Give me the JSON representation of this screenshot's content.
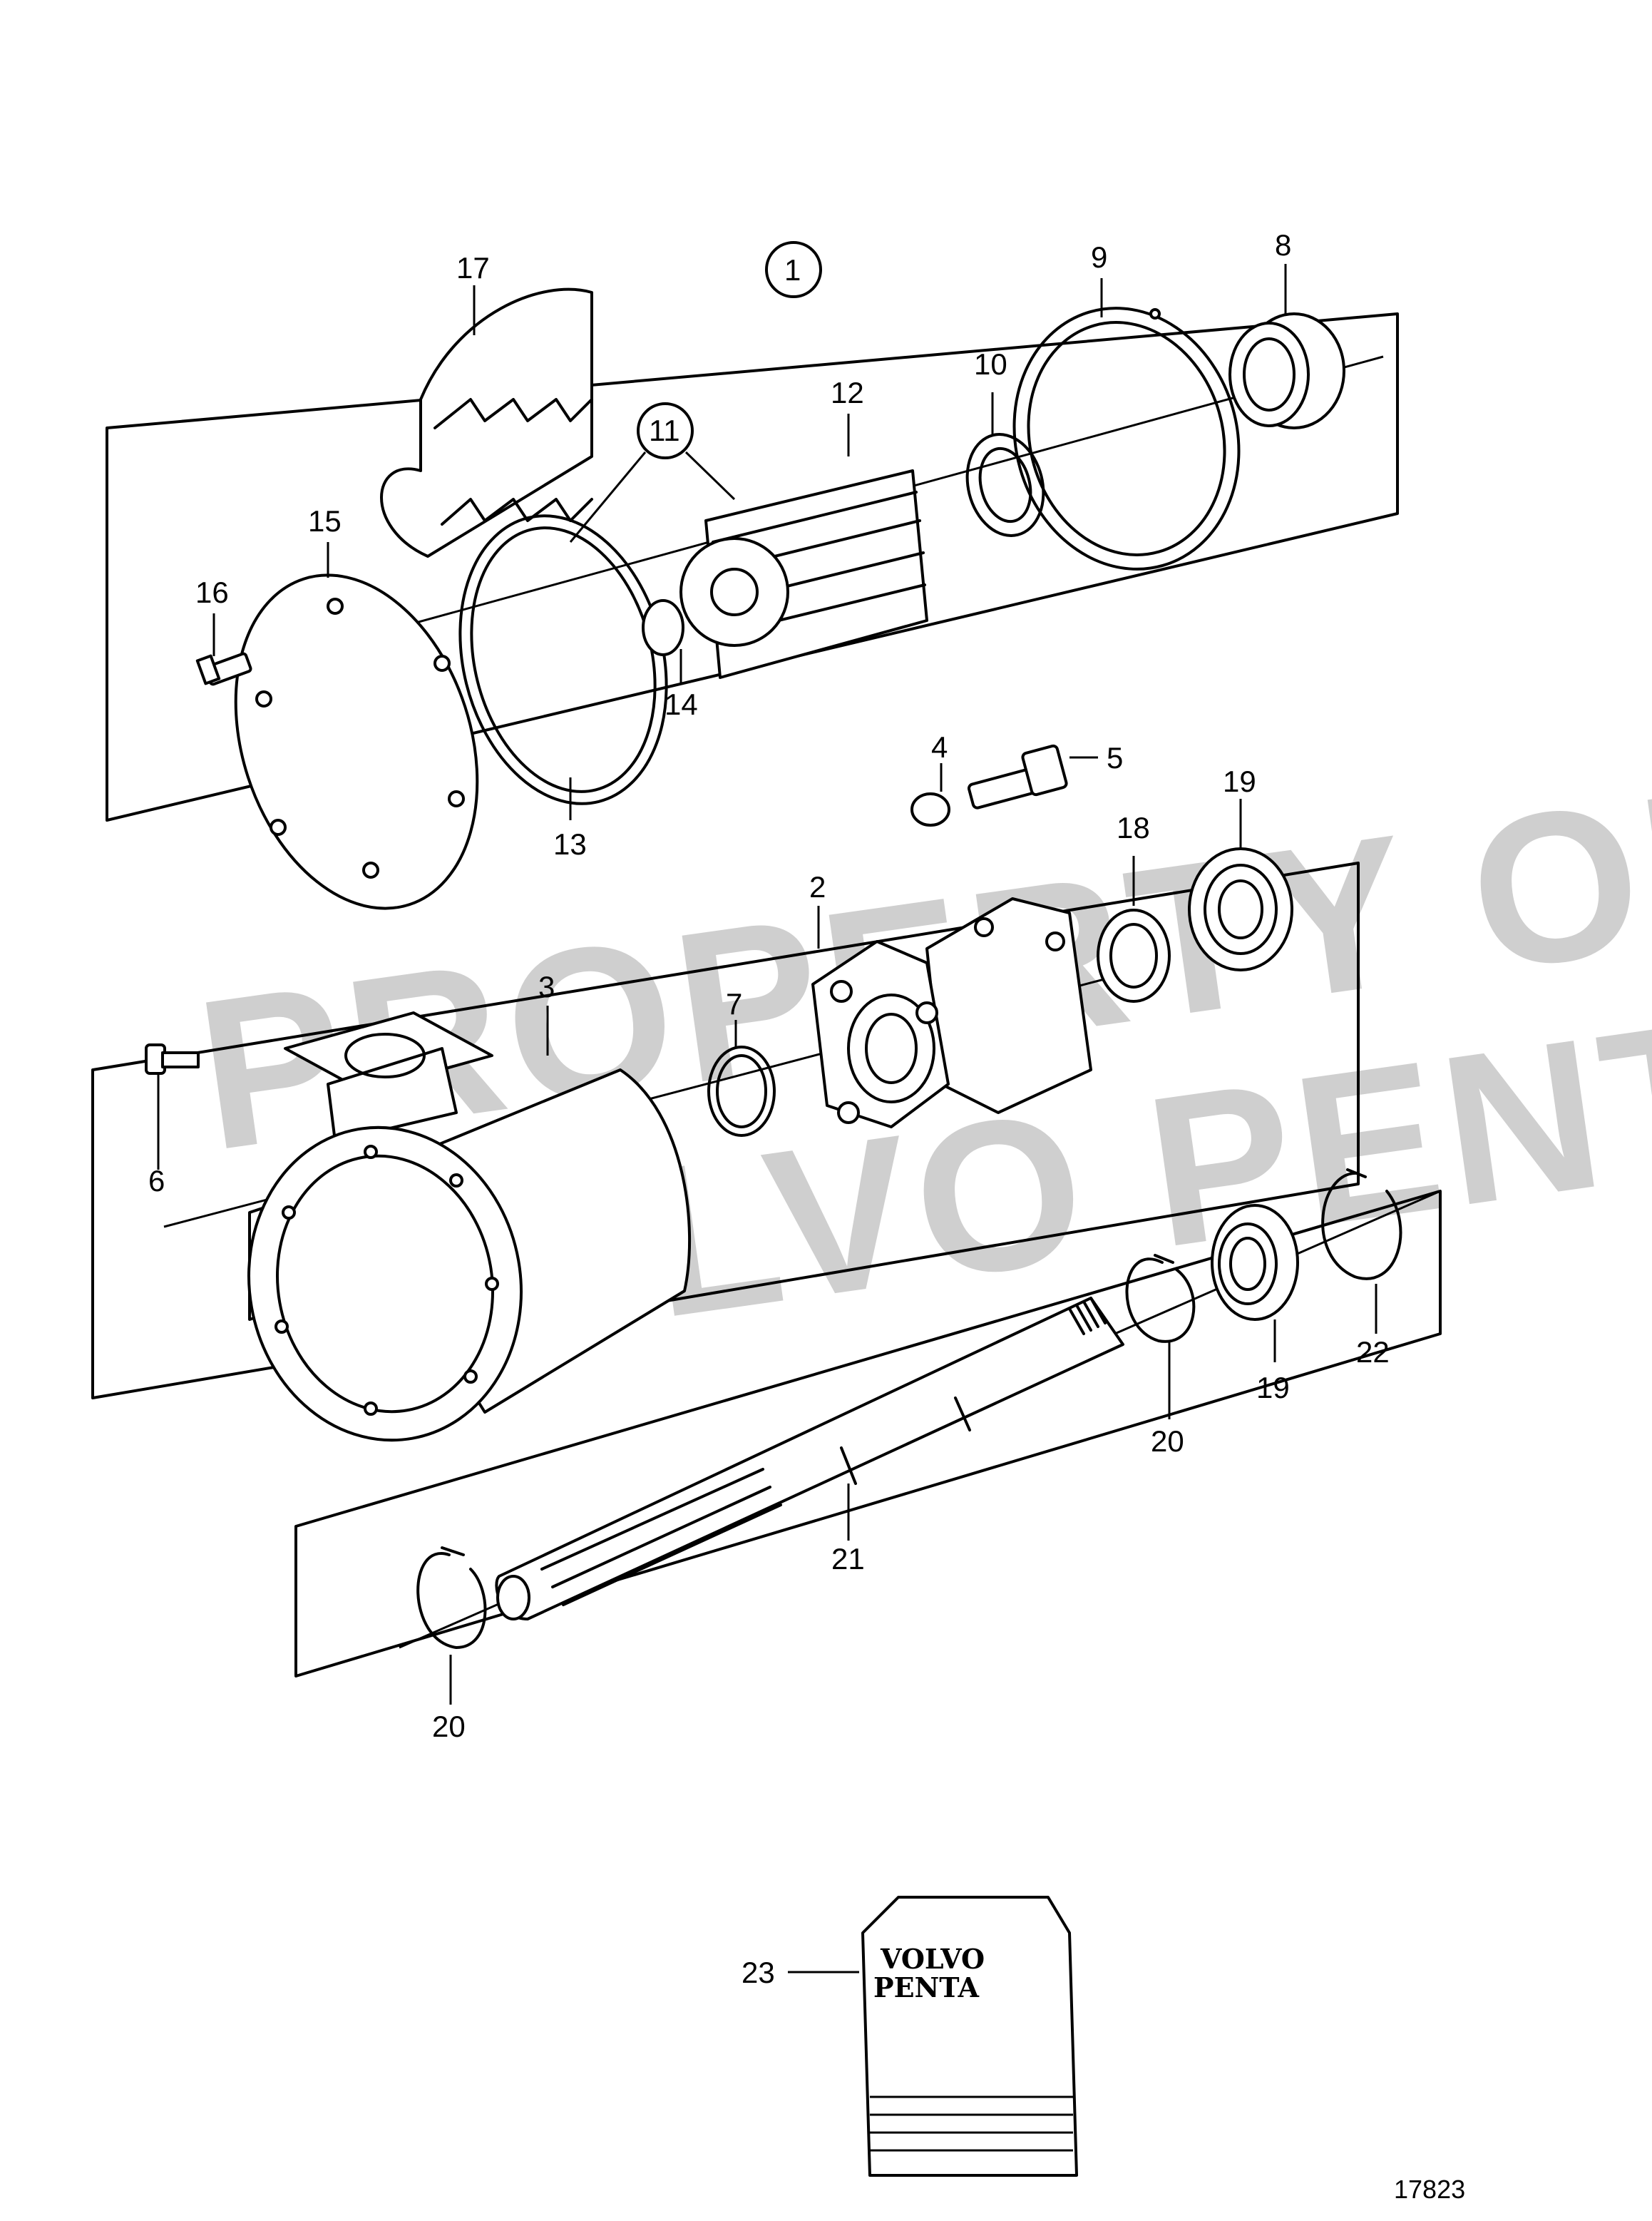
{
  "diagram": {
    "group_label": "1",
    "drawing_number": "17823",
    "watermark": [
      "PROPERTY OF",
      "VOLVO PENTA"
    ],
    "logo_lines": [
      "VOLVO",
      "PENTA"
    ],
    "callouts": {
      "c2": "2",
      "c3": "3",
      "c4": "4",
      "c5": "5",
      "c6": "6",
      "c7": "7",
      "c8": "8",
      "c9": "9",
      "c10": "10",
      "c11": "11",
      "c12": "12",
      "c13": "13",
      "c14": "14",
      "c15": "15",
      "c16": "16",
      "c17": "17",
      "c18": "18",
      "c19a": "19",
      "c19b": "19",
      "c20a": "20",
      "c20b": "20",
      "c21": "21",
      "c22": "22",
      "c23": "23"
    }
  }
}
